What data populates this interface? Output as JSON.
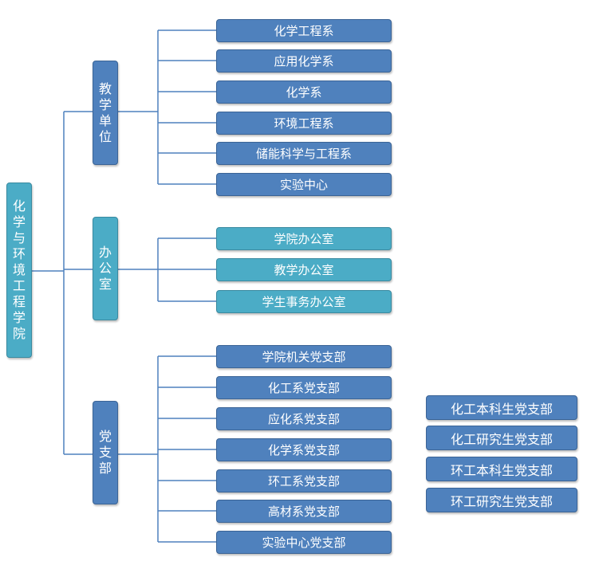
{
  "colors": {
    "dept_blue": "#4f81bd",
    "office_teal": "#4bacc6",
    "line": "#4f81bd",
    "text": "#ffffff"
  },
  "root": {
    "label": "化学与环境工程学院"
  },
  "groups": [
    {
      "label": "教学单位",
      "children": [
        "化学工程系",
        "应用化学系",
        "化学系",
        "环境工程系",
        "储能科学与工程系",
        "实验中心"
      ]
    },
    {
      "label": "办公室",
      "children": [
        "学院办公室",
        "教学办公室",
        "学生事务办公室"
      ]
    },
    {
      "label": "党支部",
      "children": [
        "学院机关党支部",
        "化工系党支部",
        "应化系党支部",
        "化学系党支部",
        "环工系党支部",
        "高材系党支部",
        "实验中心党支部"
      ]
    }
  ],
  "student_branches": [
    "化工本科生党支部",
    "化工研究生党支部",
    "环工本科生党支部",
    "环工研究生党支部"
  ]
}
